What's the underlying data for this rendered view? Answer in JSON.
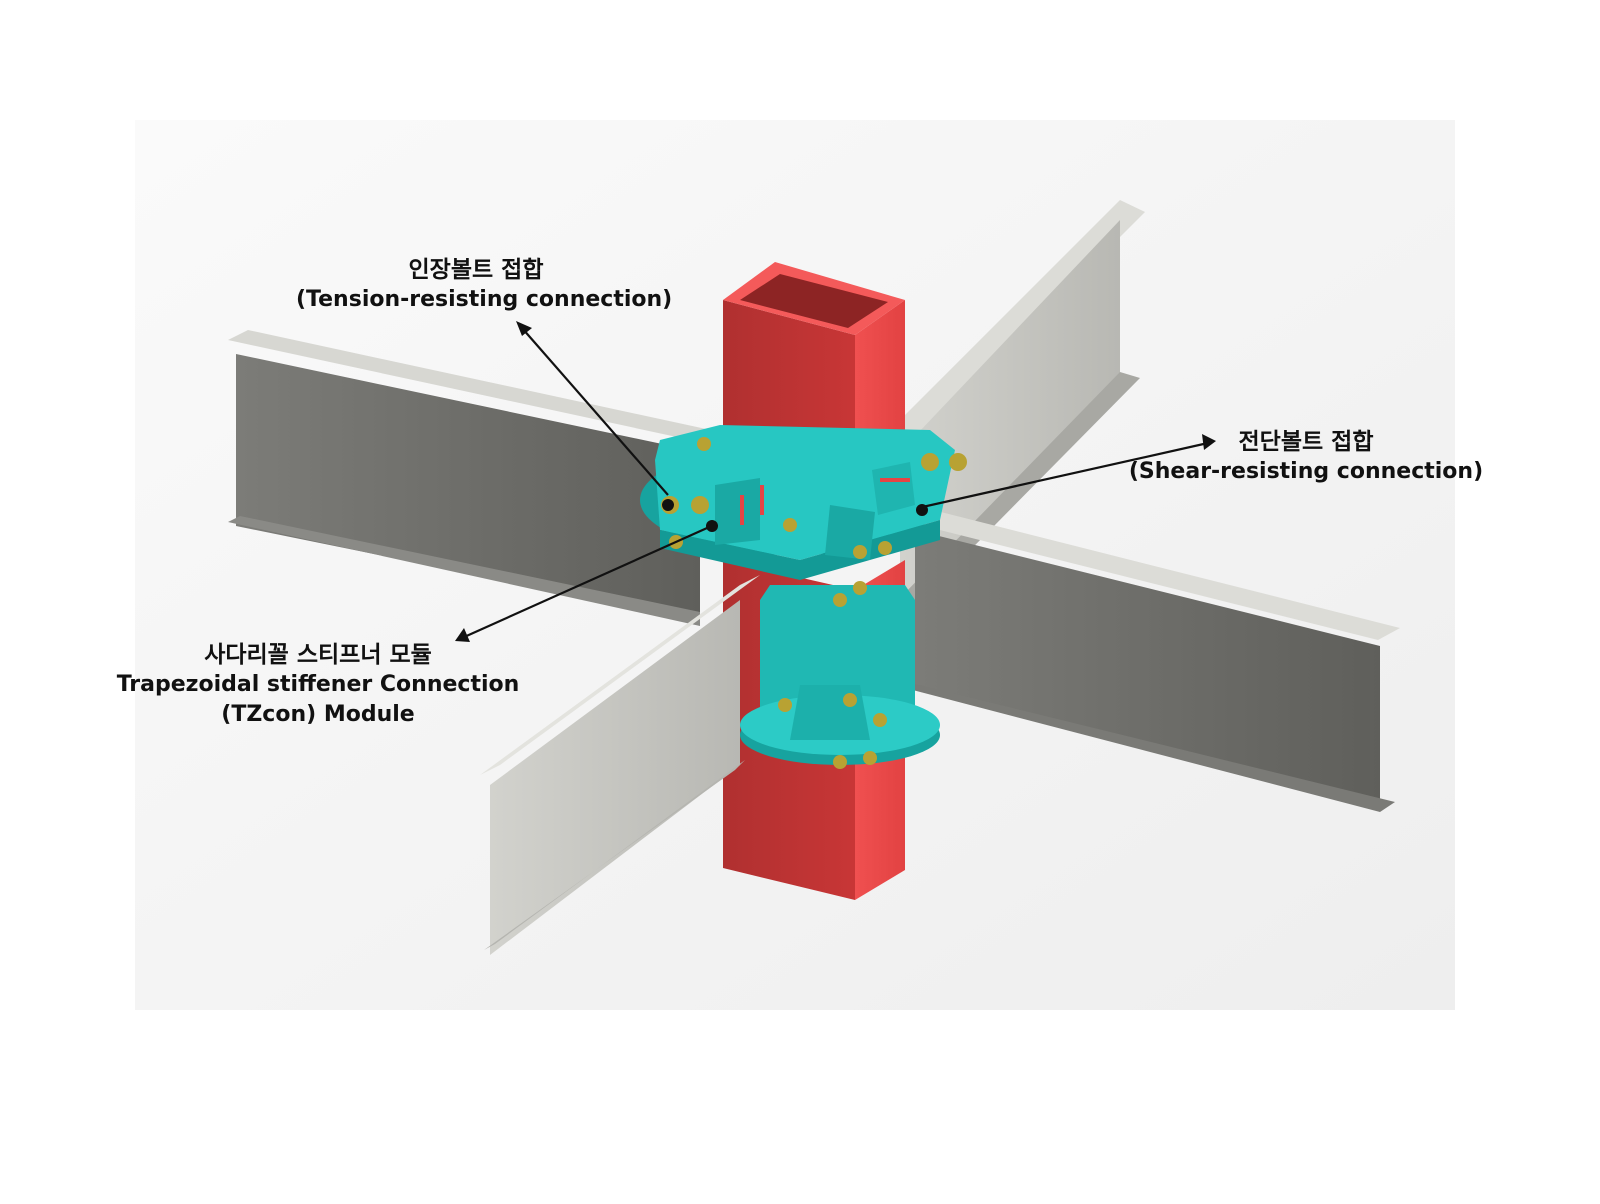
{
  "colors": {
    "background": "#ffffff",
    "backdrop": "#f1f1f1",
    "column": "#e64444",
    "column_dark": "#a92d2d",
    "module": "#27c7c2",
    "module_dark": "#139a96",
    "beam_light": "#c9c9c4",
    "beam_dark": "#6f6f6b",
    "bolt": "#b8a233",
    "annotation": "#111111"
  },
  "icons": {
    "column": "square-hollow-steel-column",
    "beam": "h-beam-steel",
    "module": "trapezoidal-stiffener-module",
    "bolt": "hex-bolt"
  },
  "annotations": {
    "tension": {
      "ko": "인장볼트 접합",
      "en": "(Tension-resisting connection)"
    },
    "shear": {
      "ko": "전단볼트 접합",
      "en": "(Shear-resisting connection)"
    },
    "tzcon": {
      "ko": "사다리꼴 스티프너 모듈",
      "en1": "Trapezoidal stiffener Connection",
      "en2": "(TZcon)  Module"
    }
  }
}
